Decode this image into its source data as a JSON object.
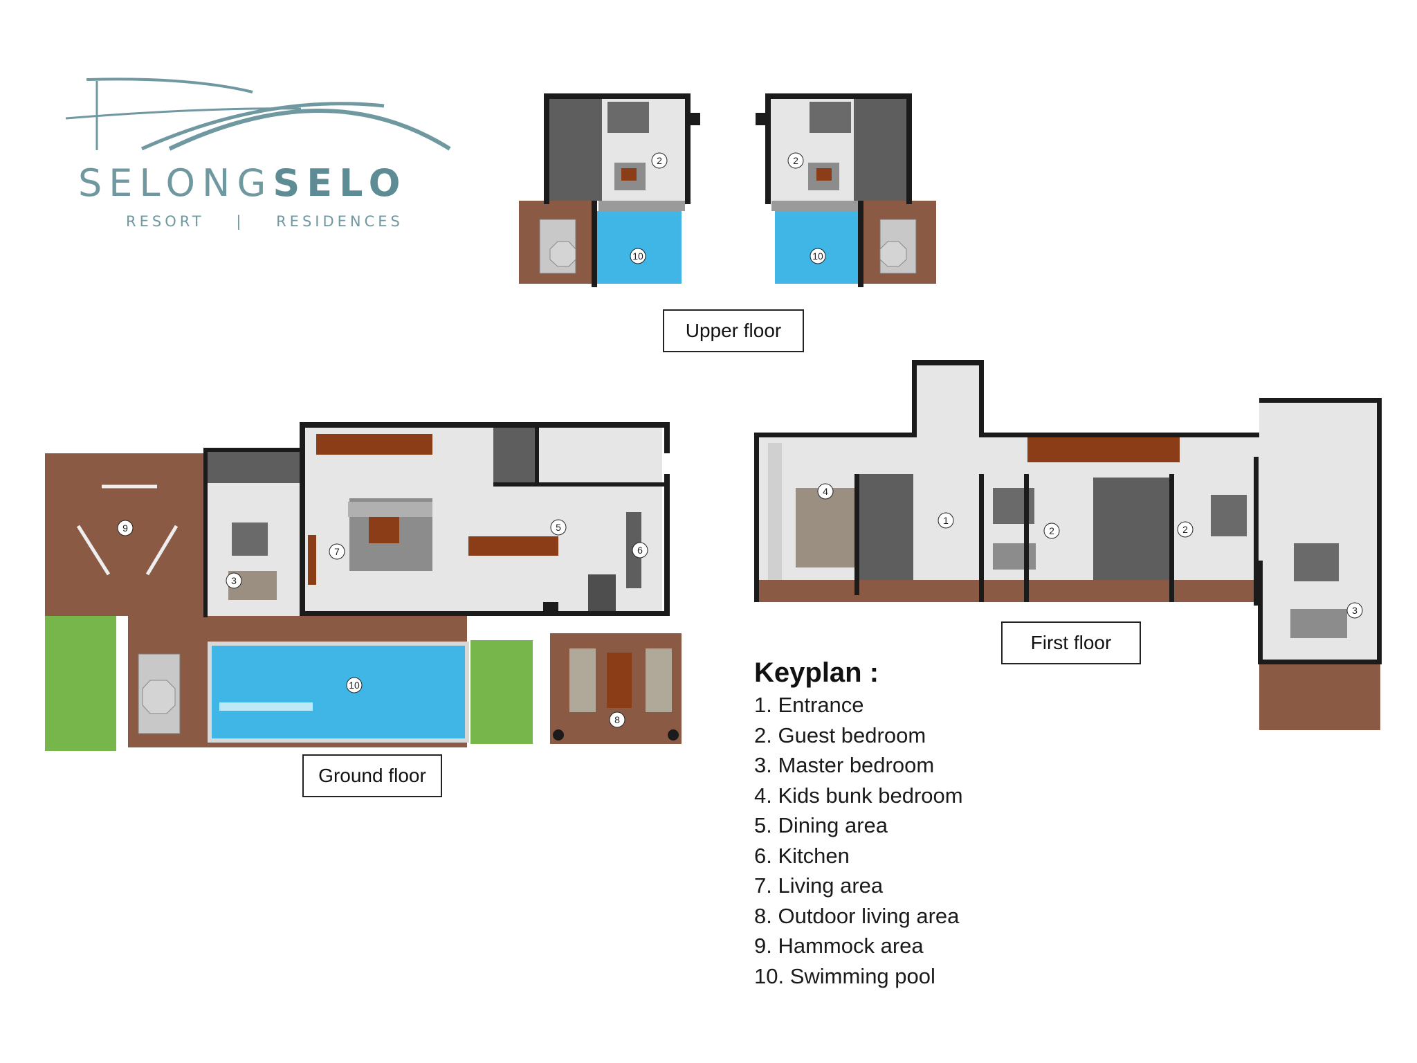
{
  "logo": {
    "brand_light": "SELONG",
    "brand_bold": "SELO",
    "sub_left": "RESORT",
    "sub_sep": "|",
    "sub_right": "RESIDENCES",
    "color": "#6f98a0"
  },
  "floors": {
    "upper": "Upper floor",
    "ground": "Ground floor",
    "first": "First floor"
  },
  "markers": {
    "upper_left_bedroom": "2",
    "upper_left_pool": "10",
    "upper_right_bedroom": "2",
    "upper_right_pool": "10",
    "ground_hammock": "9",
    "ground_master": "3",
    "ground_living": "7",
    "ground_dining": "5",
    "ground_kitchen": "6",
    "ground_pool": "10",
    "ground_outdoor": "8",
    "first_kids": "4",
    "first_entrance": "1",
    "first_guest_a": "2",
    "first_guest_b": "2",
    "first_master": "3"
  },
  "keyplan": {
    "title": "Keyplan :",
    "items": [
      "1. Entrance",
      "2. Guest bedroom",
      "3. Master bedroom",
      "4. Kids bunk bedroom",
      "5. Dining area",
      "6. Kitchen",
      "7. Living area",
      "8. Outdoor living area",
      "9. Hammock area",
      "10. Swimming pool"
    ]
  },
  "colors": {
    "wall": "#1b1b1b",
    "floor_tile": "#e6e6e6",
    "bathroom": "#5e5e5e",
    "deck": "#8a5a44",
    "pool": "#3fb6e6",
    "lawn": "#77b64a",
    "wood_furniture": "#8a3d17",
    "rug": "#8c8c8c"
  }
}
